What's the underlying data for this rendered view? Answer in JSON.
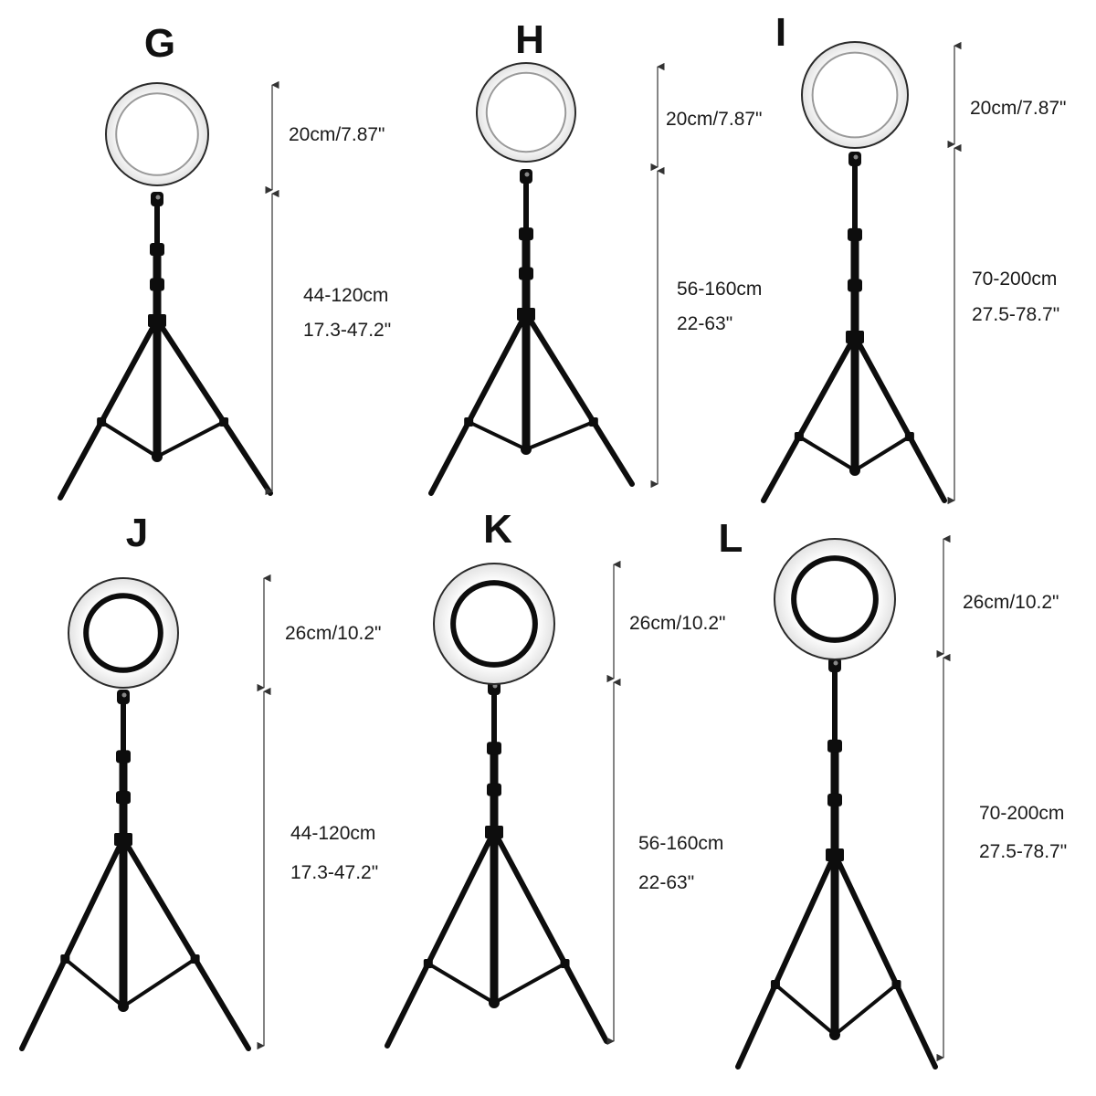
{
  "colors": {
    "background": "#ffffff",
    "stand": "#0d0d0d",
    "ring_light": "#f4f4f4",
    "text": "#1a1a1a"
  },
  "variants": [
    {
      "label": "G",
      "ring_size": "20cm/7.87\"",
      "height_line1": "44-120cm",
      "height_line2": "17.3-47.2\""
    },
    {
      "label": "H",
      "ring_size": "20cm/7.87\"",
      "height_line1": "56-160cm",
      "height_line2": "22-63\""
    },
    {
      "label": "I",
      "ring_size": "20cm/7.87\"",
      "height_line1": "70-200cm",
      "height_line2": "27.5-78.7\""
    },
    {
      "label": "J",
      "ring_size": "26cm/10.2\"",
      "height_line1": "44-120cm",
      "height_line2": "17.3-47.2\""
    },
    {
      "label": "K",
      "ring_size": "26cm/10.2\"",
      "height_line1": "56-160cm",
      "height_line2": "22-63\""
    },
    {
      "label": "L",
      "ring_size": "26cm/10.2\"",
      "height_line1": "70-200cm",
      "height_line2": "27.5-78.7\""
    }
  ]
}
